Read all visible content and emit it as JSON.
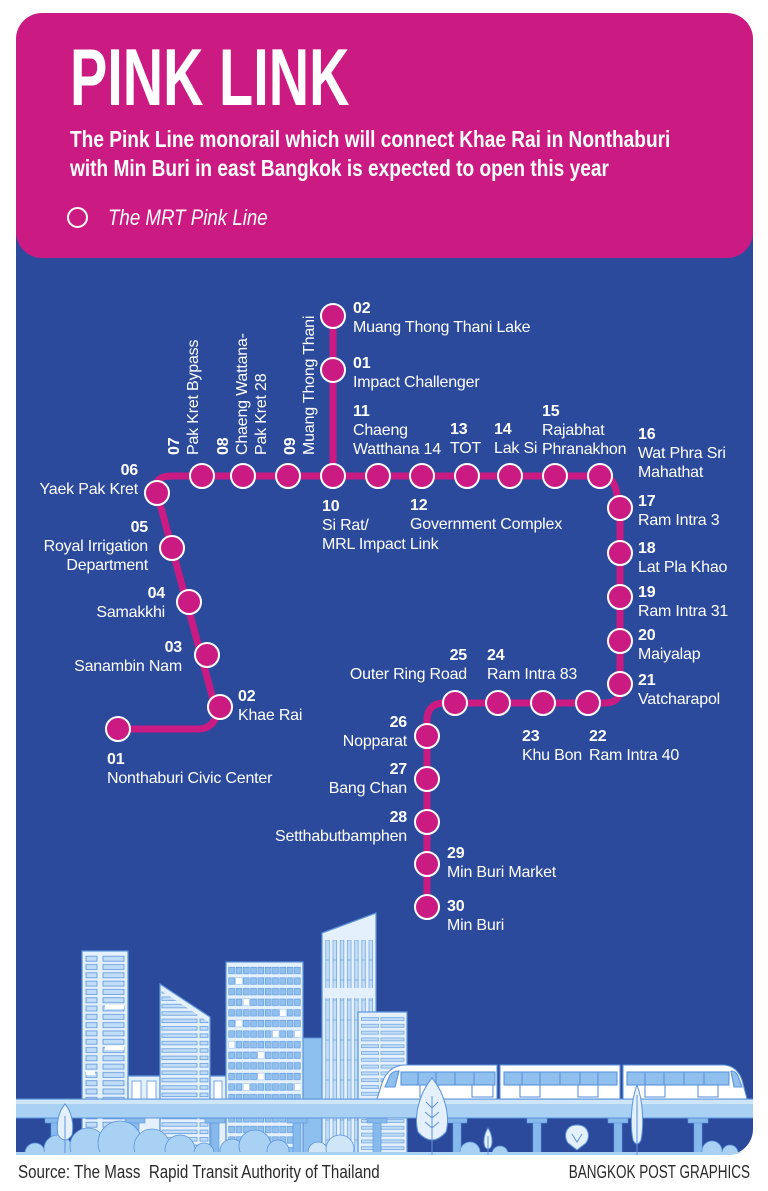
{
  "header": {
    "title": "PINK LINK",
    "subtitle": {
      "line1": "The Pink Line monorail which will connect Khae Rai in Nonthaburi",
      "line2": "with Min Buri in east Bangkok is expected to open this year"
    },
    "legend": {
      "icon": "pink-line-station-ring-icon",
      "label": "The MRT Pink Line"
    }
  },
  "colors": {
    "header_background": "#CB1B83",
    "map_background": "#2C4A9C",
    "pink_line": "#CB1B83",
    "station_outline": "#FFFFFF",
    "skyline_outline": "#5C93DB",
    "skyline_fill": "#E4F1FC"
  },
  "map": {
    "main_line": [
      {
        "number": "01",
        "name": "Nonthaburi Civic Center"
      },
      {
        "number": "02",
        "name": "Khae Rai"
      },
      {
        "number": "03",
        "name": "Sanambin Nam"
      },
      {
        "number": "04",
        "name": "Samakkhi"
      },
      {
        "number": "05",
        "name": "Royal Irrigation\nDepartment"
      },
      {
        "number": "06",
        "name": "Yaek Pak Kret"
      },
      {
        "number": "07",
        "name": "Pak Kret Bypass"
      },
      {
        "number": "08",
        "name": "Chaeng Wattana-\nPak Kret 28"
      },
      {
        "number": "09",
        "name": "Muang Thong Thani"
      },
      {
        "number": "10",
        "name": "Si Rat/\nMRL Impact Link"
      },
      {
        "number": "11",
        "name": "Chaeng\nWatthana 14"
      },
      {
        "number": "12",
        "name": "Government Complex"
      },
      {
        "number": "13",
        "name": "TOT"
      },
      {
        "number": "14",
        "name": "Lak Si"
      },
      {
        "number": "15",
        "name": "Rajabhat\nPhranakhon"
      },
      {
        "number": "16",
        "name": "Wat Phra Sri\nMahathat"
      },
      {
        "number": "17",
        "name": "Ram Intra 3"
      },
      {
        "number": "18",
        "name": "Lat Pla Khao"
      },
      {
        "number": "19",
        "name": "Ram Intra 31"
      },
      {
        "number": "20",
        "name": "Maiyalap"
      },
      {
        "number": "21",
        "name": "Vatcharapol"
      },
      {
        "number": "22",
        "name": "Ram Intra 40"
      },
      {
        "number": "23",
        "name": "Khu Bon"
      },
      {
        "number": "24",
        "name": "Ram Intra 83"
      },
      {
        "number": "25",
        "name": "Outer Ring Road"
      },
      {
        "number": "26",
        "name": "Nopparat"
      },
      {
        "number": "27",
        "name": "Bang Chan"
      },
      {
        "number": "28",
        "name": "Setthabutbamphen"
      },
      {
        "number": "29",
        "name": "Min Buri Market"
      },
      {
        "number": "30",
        "name": "Min Buri"
      }
    ],
    "branch_line": [
      {
        "number": "01",
        "name": "Impact Challenger"
      },
      {
        "number": "02",
        "name": "Muang Thong Thani Lake"
      }
    ]
  },
  "footer": {
    "source": "Source: The Mass  Rapid Transit Authority of Thailand",
    "credit": "BANGKOK POST GRAPHICS"
  }
}
